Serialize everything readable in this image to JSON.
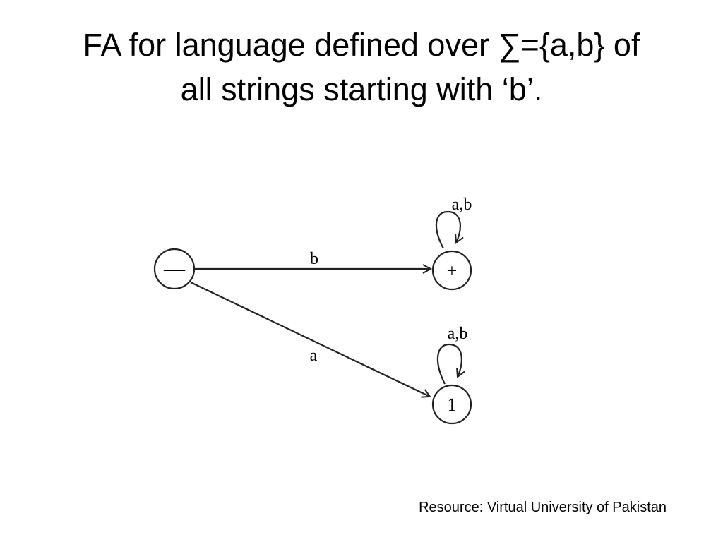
{
  "slide": {
    "title_line1": "FA for language defined over ∑={a,b} of",
    "title_line2": "all strings starting with ‘b’.",
    "resource": "Resource: Virtual University of Pakistan"
  },
  "diagram": {
    "states": [
      {
        "id": "start",
        "label": "—"
      },
      {
        "id": "accept",
        "label": "+"
      },
      {
        "id": "dead",
        "label": "1"
      }
    ],
    "transitions": [
      {
        "from": "start",
        "to": "accept",
        "label": "b"
      },
      {
        "from": "start",
        "to": "dead",
        "label": "a"
      },
      {
        "from": "accept",
        "to": "accept",
        "label": "a,b"
      },
      {
        "from": "dead",
        "to": "dead",
        "label": "a,b"
      }
    ],
    "colors": {
      "stroke": "#222222",
      "text": "#000000",
      "background": "#ffffff"
    }
  }
}
